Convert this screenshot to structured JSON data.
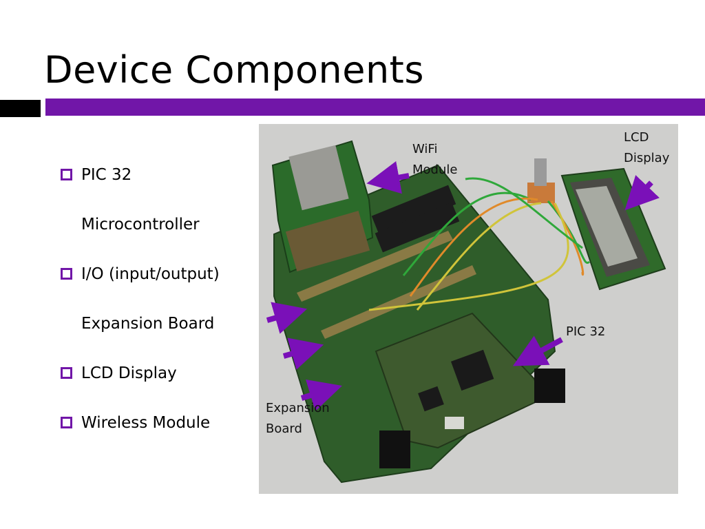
{
  "slide": {
    "title": "Device Components"
  },
  "bullets": [
    {
      "line1": "PIC 32",
      "line2": "Microcontroller"
    },
    {
      "line1": "I/O (input/output)",
      "line2": "Expansion Board"
    },
    {
      "line1": "LCD Display"
    },
    {
      "line1": "Wireless Module"
    }
  ],
  "photo_labels": {
    "wifi": {
      "line1": "WiFi",
      "line2": "Module"
    },
    "lcd": {
      "line1": "LCD",
      "line2": "Display"
    },
    "pic": "PIC 32",
    "expansion": {
      "line1": "Expansion",
      "line2": "Board"
    }
  },
  "colors": {
    "accent_purple": "#7116a8",
    "arrow_purple": "#7a10b8",
    "board_green": "#2f5d2a"
  }
}
